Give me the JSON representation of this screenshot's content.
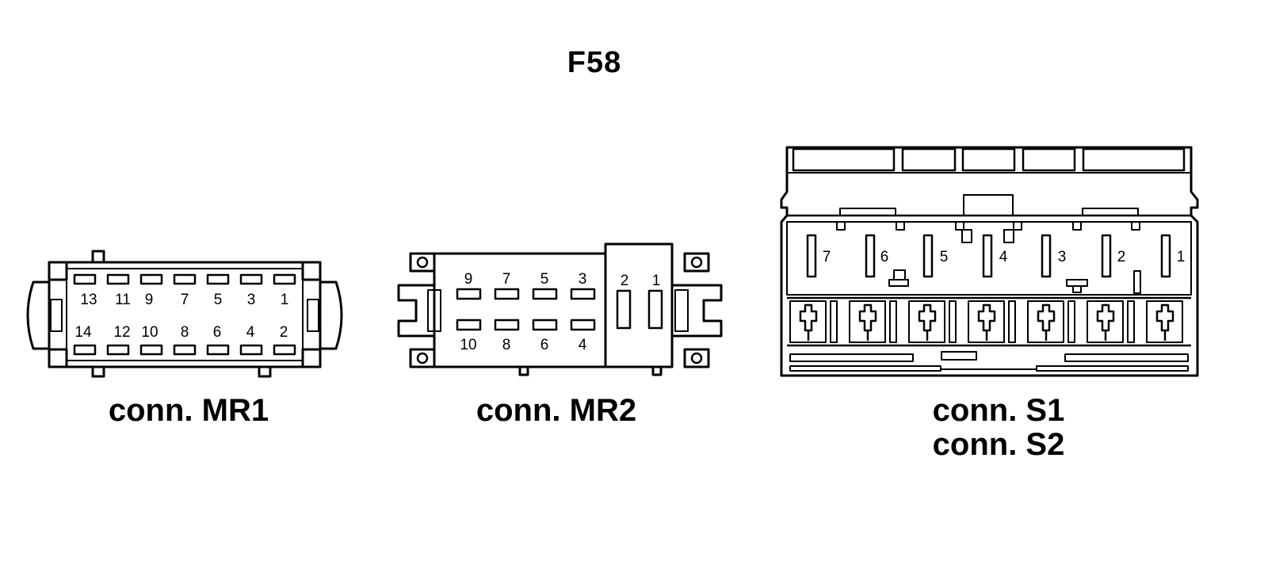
{
  "title": "F58",
  "connectors": {
    "mr1": {
      "caption": "conn. MR1",
      "top_pins": [
        "13",
        "11",
        "9",
        "7",
        "5",
        "3",
        "1"
      ],
      "bottom_pins": [
        "14",
        "12",
        "10",
        "8",
        "6",
        "4",
        "2"
      ]
    },
    "mr2": {
      "caption": "conn. MR2",
      "top_pins": [
        "9",
        "7",
        "5",
        "3"
      ],
      "bottom_pins": [
        "10",
        "8",
        "6",
        "4"
      ],
      "side_pins": [
        "2",
        "1"
      ]
    },
    "s": {
      "caption_line1": "conn. S1",
      "caption_line2": "conn. S2",
      "pins": [
        "7",
        "6",
        "5",
        "4",
        "3",
        "2",
        "1"
      ]
    }
  }
}
